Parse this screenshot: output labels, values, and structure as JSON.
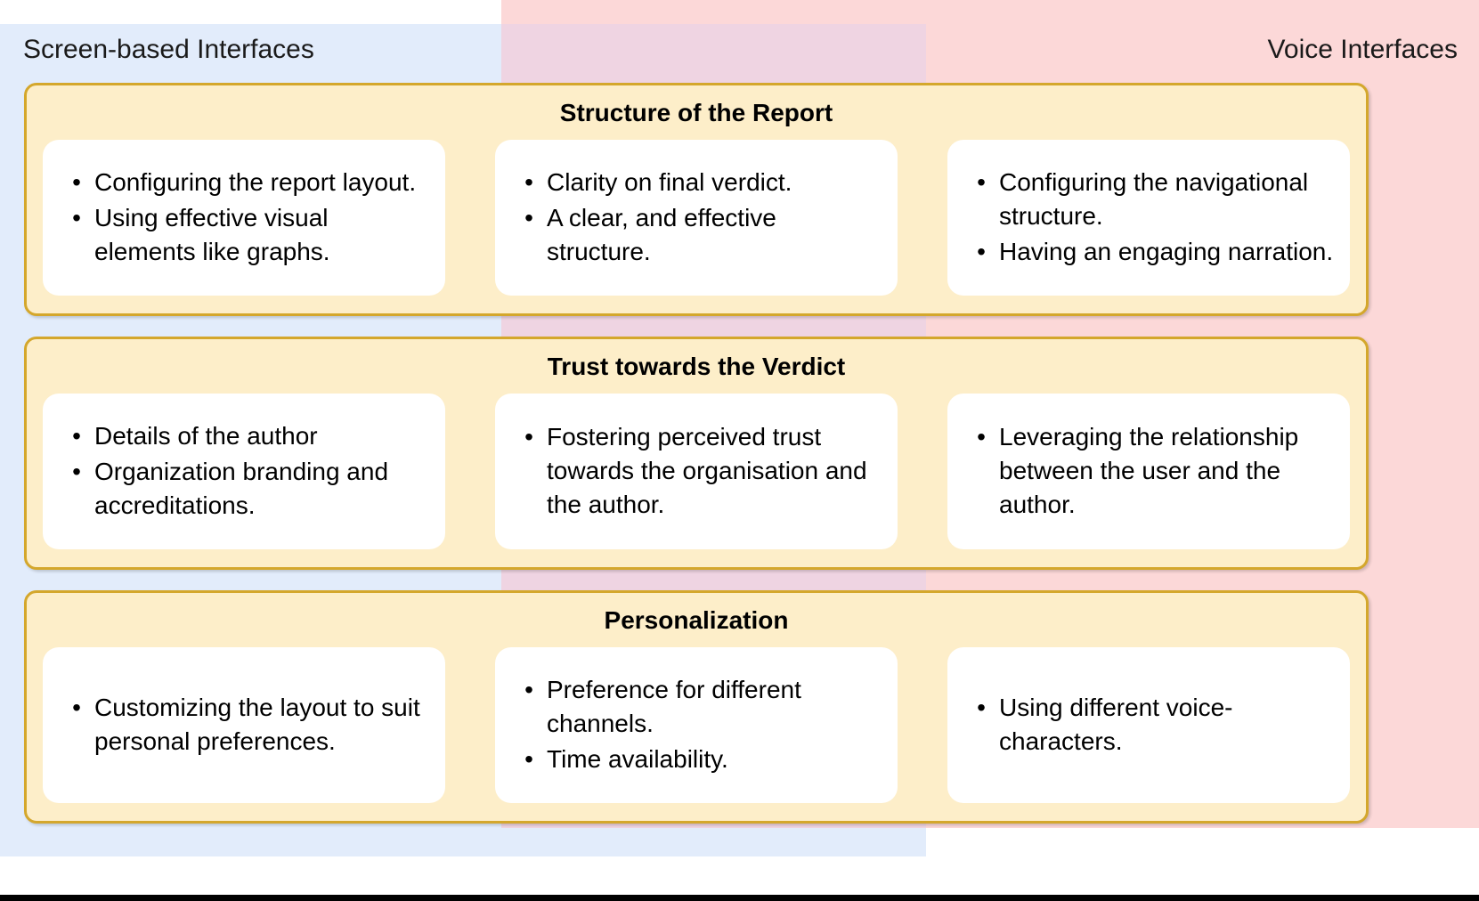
{
  "header": {
    "left_label": "Screen-based Interfaces",
    "right_label": "Voice Interfaces"
  },
  "colors": {
    "band_blue": "#e2ecfb",
    "band_pink": "#fcd8d8",
    "band_overlap": "#efd4e2",
    "panel_fill": "#fdeec9",
    "panel_border": "#d4a72c",
    "card_fill": "#ffffff",
    "text": "#000000"
  },
  "bullet_glyph": "•",
  "sections": [
    {
      "title": "Structure of the Report",
      "columns": [
        {
          "side": "screen",
          "items": [
            "Configuring the report layout.",
            "Using effective visual elements like graphs."
          ]
        },
        {
          "side": "shared",
          "items": [
            "Clarity on final verdict.",
            "A clear, and effective structure."
          ]
        },
        {
          "side": "voice",
          "items": [
            "Configuring the navigational structure.",
            "Having an engaging narration."
          ]
        }
      ]
    },
    {
      "title": "Trust towards the Verdict",
      "columns": [
        {
          "side": "screen",
          "items": [
            "Details of the author",
            "Organization branding and accreditations."
          ]
        },
        {
          "side": "shared",
          "items": [
            "Fostering perceived trust towards the organisation and the author."
          ]
        },
        {
          "side": "voice",
          "items": [
            "Leveraging the relationship between the user and the author."
          ]
        }
      ]
    },
    {
      "title": "Personalization",
      "columns": [
        {
          "side": "screen",
          "items": [
            "Customizing the layout to suit personal preferences."
          ]
        },
        {
          "side": "shared",
          "items": [
            "Preference for different channels.",
            "Time availability."
          ]
        },
        {
          "side": "voice",
          "items": [
            "Using different voice-characters."
          ]
        }
      ]
    }
  ]
}
